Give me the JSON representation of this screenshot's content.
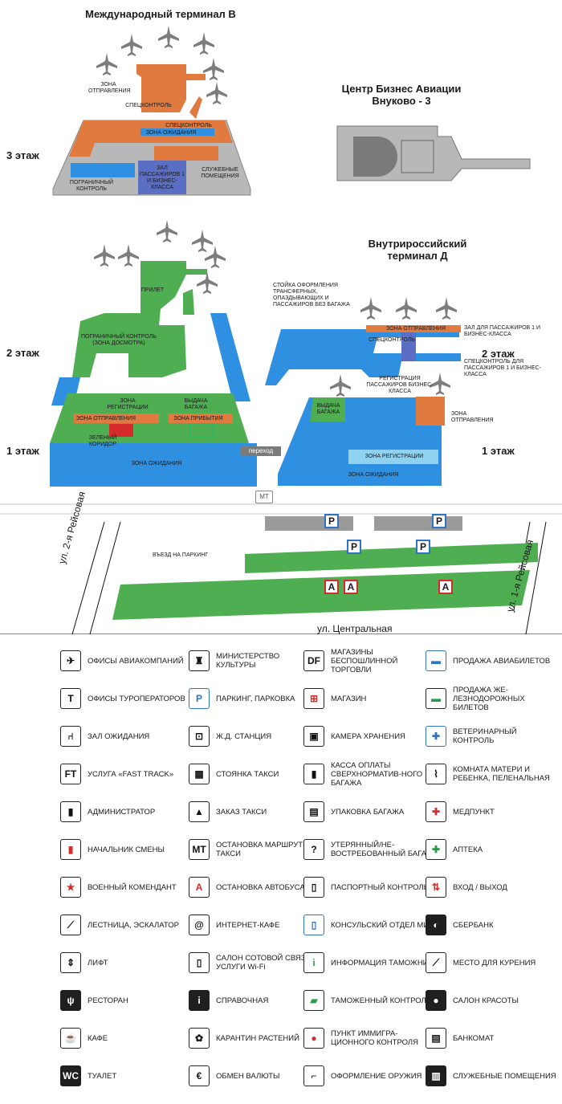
{
  "titles": {
    "terminal_b": "Международный терминал В",
    "business_aviation": "Центр Бизнес Авиации Внуково - 3",
    "terminal_d": "Внутрироссийский терминал Д"
  },
  "floors": {
    "third": "3 этаж",
    "second": "2 этаж",
    "first": "1 этаж",
    "second_right": "2 этаж",
    "first_right": "1 этаж"
  },
  "zones": {
    "departure_zone": "ЗОНА ОТПРАВЛЕНИЯ",
    "special_control": "СПЕЦКОНТРОЛЬ",
    "special_control_2": "СПЕЦКОНТРОЛЬ",
    "waiting_zone": "ЗОНА ОЖИДАНИЯ",
    "border_control": "ПОГРАНИЧНЫЙ КОНТРОЛЬ",
    "business_hall": "ЗАЛ ПАССАЖИРОВ 1 И БИЗНЕС-КЛАССА",
    "service_rooms": "СЛУЖЕБНЫЕ ПОМЕЩЕНИЯ",
    "arrival": "ПРИЛЕТ",
    "border_control_inspection": "ПОГРАНИЧНЫЙ КОНТРОЛЬ (ЗОНА ДОСМОТРА)",
    "registration_zone": "ЗОНА РЕГИСТРАЦИИ",
    "baggage_claim": "ВЫДАЧА БАГАЖА",
    "departure_zone_1": "ЗОНА ОТПРАВЛЕНИЯ",
    "arrival_zone": "ЗОНА ПРИБЫТИЯ",
    "green_corridor": "ЗЕЛЕНЫЙ КОРИДОР",
    "waiting_zone_1": "ЗОНА ОЖИДАНИЯ",
    "transfer": "переход",
    "d_transfer_desk": "СТОЙКА ОФОРМЛЕНИЯ ТРАНСФЕРНЫХ, ОПАЗДЫВАЮЩИХ И ПАССАЖИРОВ БЕЗ БАГАЖА",
    "d_departure_zone": "ЗОНА ОТПРАВЛЕНИЯ",
    "d_business_hall": "ЗАЛ ДЛЯ ПАССАЖИРОВ 1 И БИЗНЕС-КЛАССА",
    "d_special_control": "СПЕЦКОНТРОЛЬ",
    "d_special_control_business": "СПЕЦКОНТРОЛЬ ДЛЯ ПАССАЖИРОВ 1 И БИЗНЕС-КЛАССА",
    "d_business_registration": "РЕГИСТРАЦИЯ ПАССАЖИРОВ БИЗНЕС-КЛАССА",
    "d_baggage_claim": "ВЫДАЧА БАГАЖА",
    "d_departure_zone_small": "ЗОНА ОТПРАВЛЕНИЯ",
    "d_registration_zone": "ЗОНА РЕГИСТРАЦИИ",
    "d_waiting_zone": "ЗОНА ОЖИДАНИЯ"
  },
  "streets": {
    "reysovaya_2": "ул. 2-я Рейсовая",
    "reysovaya_1": "ул. 1-я Рейсовая",
    "central": "ул. Центральная",
    "parking_entrance": "ВЪЕЗД НА ПАРКИНГ"
  },
  "map_marks": {
    "parking": "P",
    "bus": "A",
    "minibus": "MT",
    "duty_free": "DF",
    "wc": "WC",
    "fast_track": "FT"
  },
  "legend": [
    {
      "icon": "airplane-icon",
      "glyph": "✈",
      "style": "plain",
      "text": "ОФИСЫ АВИАКОМПАНИЙ"
    },
    {
      "icon": "theatre-icon",
      "glyph": "♜",
      "style": "plain",
      "text": "МИНИСТЕРСТВО КУЛЬТУРЫ"
    },
    {
      "icon": "duty-free-icon",
      "glyph": "DF",
      "style": "plain",
      "text": "МАГАЗИНЫ БЕСПОШЛИННОЙ ТОРГОВЛИ"
    },
    {
      "icon": "ticket-sale-icon",
      "glyph": "▬",
      "style": "blue",
      "text": "ПРОДАЖА АВИАБИЛЕТОВ"
    },
    {
      "icon": "tour-operator-icon",
      "glyph": "T",
      "style": "plain",
      "text": "ОФИСЫ ТУРОПЕРАТОРОВ"
    },
    {
      "icon": "parking-icon",
      "glyph": "P",
      "style": "blue",
      "text": "ПАРКИНГ, ПАРКОВКА"
    },
    {
      "icon": "shop-icon",
      "glyph": "⊞",
      "style": "red",
      "text": "МАГАЗИН"
    },
    {
      "icon": "rail-ticket-icon",
      "glyph": "▬",
      "style": "green",
      "text": "ПРОДАЖА ЖЕ-ЛЕЗНОДОРОЖНЫХ БИЛЕТОВ"
    },
    {
      "icon": "waiting-hall-icon",
      "glyph": "⑁",
      "style": "plain",
      "text": "ЗАЛ ОЖИДАНИЯ"
    },
    {
      "icon": "railway-station-icon",
      "glyph": "⊡",
      "style": "plain",
      "text": "Ж.Д. СТАНЦИЯ"
    },
    {
      "icon": "luggage-storage-icon",
      "glyph": "▣",
      "style": "plain",
      "text": "КАМЕРА ХРАНЕНИЯ"
    },
    {
      "icon": "vet-control-icon",
      "glyph": "✚",
      "style": "blue",
      "text": "ВЕТЕРИНАРНЫЙ КОНТРОЛЬ"
    },
    {
      "icon": "fast-track-icon",
      "glyph": "FT",
      "style": "plain",
      "text": "УСЛУГА «FAST TRACK»"
    },
    {
      "icon": "taxi-stand-icon",
      "glyph": "▦",
      "style": "plain",
      "text": "СТОЯНКА ТАКСИ"
    },
    {
      "icon": "oversize-baggage-icon",
      "glyph": "▮",
      "style": "plain",
      "text": "КАССА ОПЛАТЫ СВЕРХНОРМАТИВ-НОГО БАГАЖА"
    },
    {
      "icon": "mother-child-icon",
      "glyph": "⌇",
      "style": "plain",
      "text": "КОМНАТА МАТЕРИ И РЕБЕНКА, ПЕЛЕНАЛЬНАЯ"
    },
    {
      "icon": "administrator-icon",
      "glyph": "▮",
      "style": "plain",
      "text": "АДМИНИСТРАТОР"
    },
    {
      "icon": "taxi-order-icon",
      "glyph": "▲",
      "style": "plain",
      "text": "ЗАКАЗ ТАКСИ"
    },
    {
      "icon": "baggage-wrap-icon",
      "glyph": "▤",
      "style": "plain",
      "text": "УПАКОВКА БАГАЖА"
    },
    {
      "icon": "medical-icon",
      "glyph": "✚",
      "style": "red",
      "text": "МЕДПУНКТ"
    },
    {
      "icon": "shift-chief-icon",
      "glyph": "▮",
      "style": "red",
      "text": "НАЧАЛЬНИК СМЕНЫ"
    },
    {
      "icon": "minibus-stop-icon",
      "glyph": "MT",
      "style": "plain",
      "text": "ОСТАНОВКА МАРШРУТНЫХ ТАКСИ"
    },
    {
      "icon": "lost-baggage-icon",
      "glyph": "?",
      "style": "plain",
      "text": "УТЕРЯННЫЙ/НЕ-ВОСТРЕБОВАННЫЙ БАГАЖ"
    },
    {
      "icon": "pharmacy-icon",
      "glyph": "✚",
      "style": "green",
      "text": "АПТЕКА"
    },
    {
      "icon": "military-commandant-icon",
      "glyph": "★",
      "style": "red",
      "text": "ВОЕННЫЙ КОМЕНДАНТ"
    },
    {
      "icon": "bus-stop-icon",
      "glyph": "A",
      "style": "red",
      "text": "ОСТАНОВКА АВТОБУСА"
    },
    {
      "icon": "passport-control-icon",
      "glyph": "▯",
      "style": "plain",
      "text": "ПАСПОРТНЫЙ КОНТРОЛЬ"
    },
    {
      "icon": "entrance-exit-icon",
      "glyph": "⇅",
      "style": "red",
      "text": "ВХОД / ВЫХОД"
    },
    {
      "icon": "escalator-icon",
      "glyph": "⟋",
      "style": "plain",
      "text": "ЛЕСТНИЦА, ЭСКАЛАТОР"
    },
    {
      "icon": "internet-cafe-icon",
      "glyph": "@",
      "style": "plain",
      "text": "ИНТЕРНЕТ-КАФЕ"
    },
    {
      "icon": "consular-icon",
      "glyph": "▯",
      "style": "blue",
      "text": "КОНСУЛЬСКИЙ ОТДЕЛ МИД"
    },
    {
      "icon": "sberbank-icon",
      "glyph": "◐",
      "style": "dark",
      "text": "СБЕРБАНК"
    },
    {
      "icon": "elevator-icon",
      "glyph": "⇕",
      "style": "plain",
      "text": "ЛИФТ"
    },
    {
      "icon": "mobile-wifi-icon",
      "glyph": "▯",
      "style": "plain",
      "text": "САЛОН СОТОВОЙ СВЯЗИ, УСЛУГИ Wi-Fi"
    },
    {
      "icon": "customs-info-icon",
      "glyph": "i",
      "style": "green",
      "text": "ИНФОРМАЦИЯ ТАМОЖНИ"
    },
    {
      "icon": "smoking-icon",
      "glyph": "⟋",
      "style": "plain",
      "text": "МЕСТО ДЛЯ КУРЕНИЯ"
    },
    {
      "icon": "restaurant-icon",
      "glyph": "ψ",
      "style": "dark",
      "text": "РЕСТОРАН"
    },
    {
      "icon": "information-icon",
      "glyph": "i",
      "style": "dark",
      "text": "СПРАВОЧНАЯ"
    },
    {
      "icon": "customs-control-icon",
      "glyph": "▰",
      "style": "green",
      "text": "ТАМОЖЕННЫЙ КОНТРОЛЬ"
    },
    {
      "icon": "beauty-salon-icon",
      "glyph": "●",
      "style": "dark",
      "text": "САЛОН КРАСОТЫ"
    },
    {
      "icon": "cafe-icon",
      "glyph": "☕",
      "style": "plain",
      "text": "КАФЕ"
    },
    {
      "icon": "plant-quarantine-icon",
      "glyph": "✿",
      "style": "plain",
      "text": "КАРАНТИН РАСТЕНИЙ"
    },
    {
      "icon": "immigration-icon",
      "glyph": "●",
      "style": "red",
      "text": "ПУНКТ ИММИГРА-ЦИОННОГО КОНТРОЛЯ"
    },
    {
      "icon": "atm-icon",
      "glyph": "▤",
      "style": "plain",
      "text": "БАНКОМАТ"
    },
    {
      "icon": "toilet-icon",
      "glyph": "WC",
      "style": "dark",
      "text": "ТУАЛЕТ"
    },
    {
      "icon": "currency-exchange-icon",
      "glyph": "€",
      "style": "plain",
      "text": "ОБМЕН ВАЛЮТЫ"
    },
    {
      "icon": "weapon-registration-icon",
      "glyph": "⌐",
      "style": "plain",
      "text": "ОФОРМЛЕНИЕ ОРУЖИЯ"
    },
    {
      "icon": "service-rooms-icon",
      "glyph": "▥",
      "style": "dark",
      "text": "СЛУЖЕБНЫЕ ПОМЕЩЕНИЯ"
    }
  ],
  "colors": {
    "orange": "#e07a3f",
    "blue": "#2f8fe0",
    "green": "#4fae52",
    "gray": "#b8b8b8",
    "dark_gray": "#7a7a7a",
    "purple_blue": "#5a6ec4"
  }
}
